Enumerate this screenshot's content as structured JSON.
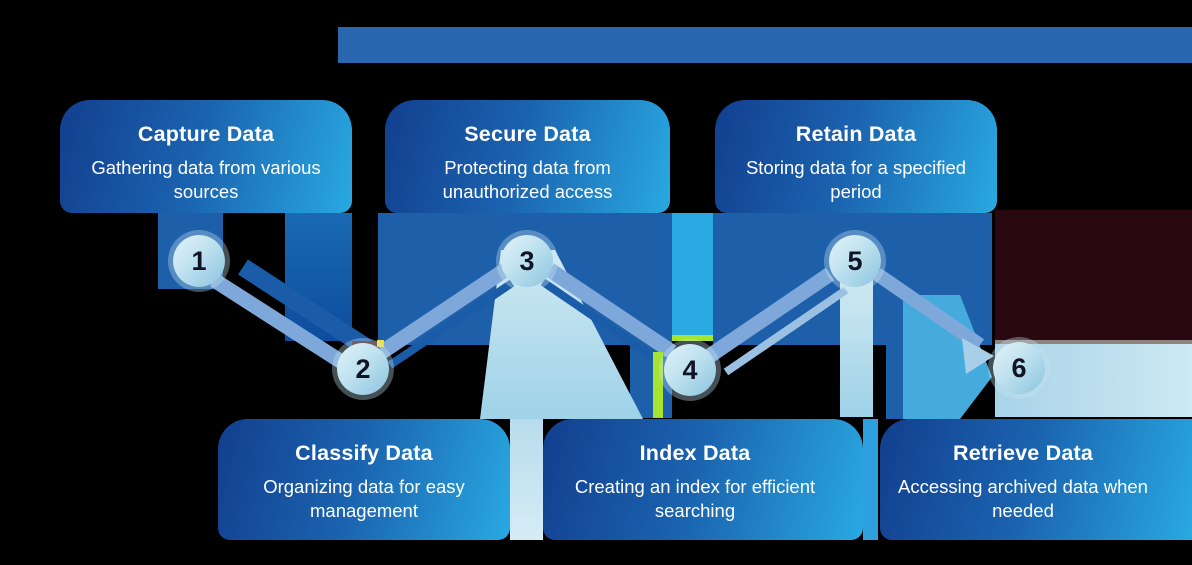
{
  "title_bar": {
    "visible_text": "",
    "color": "#2b66b1"
  },
  "steps": [
    {
      "number": "1",
      "title": "Capture Data",
      "description": "Gathering data from various sources",
      "row": "top"
    },
    {
      "number": "2",
      "title": "Classify Data",
      "description": "Organizing data for easy management",
      "row": "bottom"
    },
    {
      "number": "3",
      "title": "Secure Data",
      "description": "Protecting data from unauthorized access",
      "row": "top"
    },
    {
      "number": "4",
      "title": "Index Data",
      "description": "Creating an index for efficient searching",
      "row": "bottom"
    },
    {
      "number": "5",
      "title": "Retain Data",
      "description": "Storing data for a specified period",
      "row": "top"
    },
    {
      "number": "6",
      "title": "Retrieve Data",
      "description": "Accessing archived data when needed",
      "row": "bottom"
    }
  ],
  "colors": {
    "background": "#000000",
    "card_gradient_start": "#123f8f",
    "card_gradient_end": "#29a9e1",
    "connector_dark_blue": "#1d5fa9",
    "ribbon_periwinkle": "#7ea8da",
    "funnel_light_blue": "#cfe9f2",
    "circle_fill": "#bfe2ef",
    "number_text": "#101424",
    "accent_green": "#a6e431",
    "accent_yellow": "#f2de3d",
    "maroon_block": "#2a0811",
    "gray_line": "#8f837d",
    "right_light_band": "#a9d3e8"
  }
}
